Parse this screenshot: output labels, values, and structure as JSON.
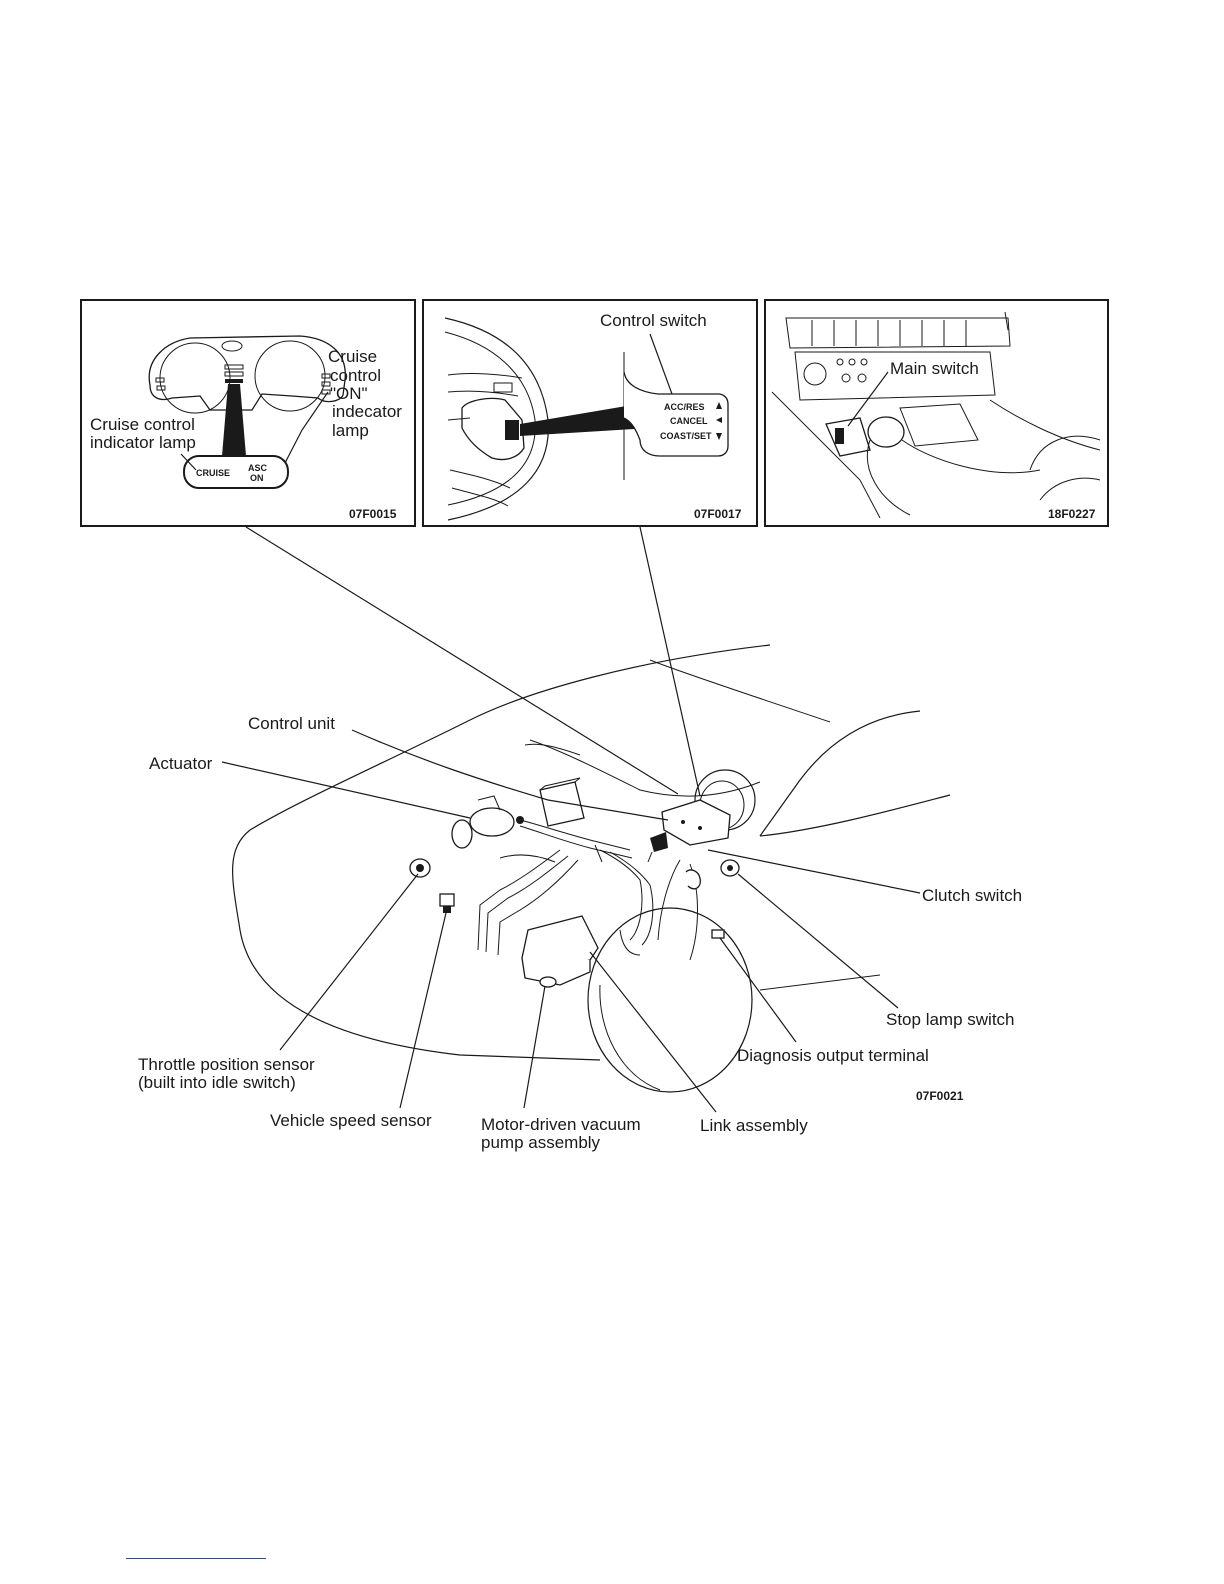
{
  "panels": {
    "left": {
      "code": "07F0015",
      "labels": {
        "cruise_control": "Cruise",
        "cruise_control_2": "control",
        "cruise_control_3": "\"ON\"",
        "cruise_control_4": "indecator",
        "cruise_control_5": "lamp",
        "indicator_lamp": "Cruise control",
        "indicator_lamp_2": "indicator lamp"
      },
      "display": {
        "cruise": "CRUISE",
        "asc": "ASC",
        "on": "ON"
      }
    },
    "middle": {
      "code": "07F0017",
      "labels": {
        "control_switch": "Control switch"
      },
      "switch": {
        "acc_res": "ACC/RES",
        "cancel": "CANCEL",
        "coast_set": "COAST/SET"
      }
    },
    "right": {
      "code": "18F0227",
      "labels": {
        "main_switch": "Main switch"
      }
    }
  },
  "main": {
    "code": "07F0021",
    "labels": {
      "control_unit": "Control unit",
      "actuator": "Actuator",
      "clutch_switch": "Clutch switch",
      "stop_lamp_switch": "Stop lamp switch",
      "diagnosis_output_terminal": "Diagnosis output terminal",
      "throttle_position_sensor": "Throttle position sensor",
      "throttle_position_sensor_2": "(built into idle switch)",
      "vehicle_speed_sensor": "Vehicle speed sensor",
      "motor_driven_pump": "Motor-driven vacuum",
      "motor_driven_pump_2": "pump assembly",
      "link_assembly": "Link assembly"
    }
  },
  "colors": {
    "ink": "#1a1a1a",
    "paper": "#ffffff",
    "footer_rule": "#2a4aa0"
  }
}
